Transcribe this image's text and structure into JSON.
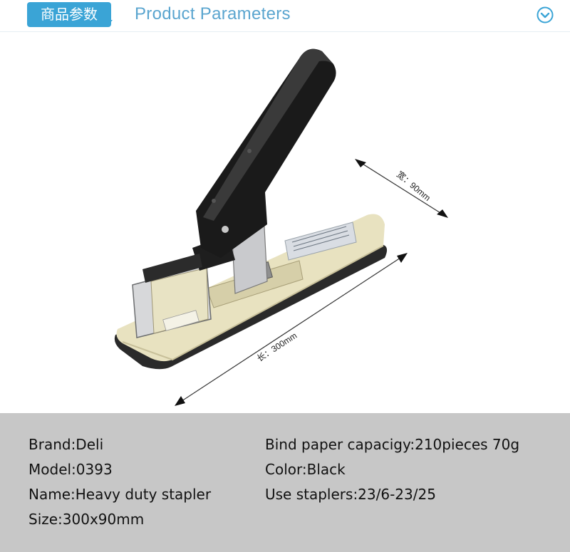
{
  "header": {
    "tag_label": "商品参数",
    "title": "Product Parameters",
    "toggle_icon": "chevron-down-circle-icon",
    "accent_color": "#3aa4d6"
  },
  "photo": {
    "subject": "heavy-duty stapler",
    "width_label": "宽：90mm",
    "length_label": "长：300mm"
  },
  "specs": {
    "brand": "Brand:Deli",
    "model": "Model:0393",
    "name": "Name:Heavy duty stapler",
    "size": "Size:300x90mm",
    "capacity": "Bind paper capacigy:210pieces 70g",
    "color": "Color:Black",
    "staples": "Use staplers:23/6-23/25"
  }
}
